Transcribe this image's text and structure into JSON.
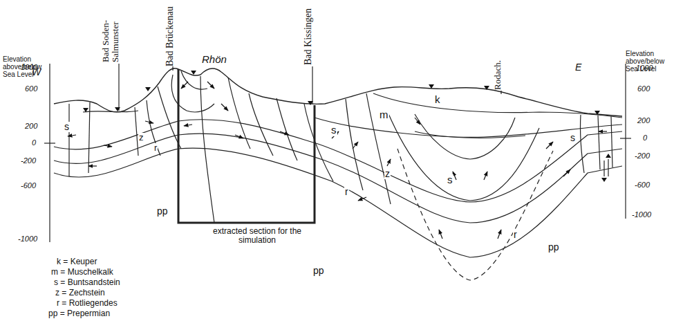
{
  "diagram": {
    "labels": [
      "Elevation above/below Sea Level",
      "W",
      "1000",
      "600",
      "200",
      "0",
      "-200",
      "-600",
      "-1000",
      "Bad Soden- Salmunster",
      "Bad Brückenau",
      "Rhön",
      "Bad Kissingen",
      "Rodach.",
      "Elevation above/below Sea Level",
      "E",
      "1000",
      "600",
      "200",
      "0",
      "-200",
      "-600",
      "-1000",
      "s",
      "z",
      "r",
      "pp",
      "s",
      "m",
      "k",
      "s",
      "z",
      "r",
      "r",
      "pp",
      "s",
      "pp",
      "extracted section for the simulation"
    ],
    "legend": [
      {
        "text": "k = Keuper"
      },
      {
        "text": "m = Muschelkalk"
      },
      {
        "text": "s = Buntsandstein"
      },
      {
        "text": "z = Zechstein"
      },
      {
        "text": "r = Rotliegendes"
      },
      {
        "text": "pp = Prepermian"
      }
    ]
  }
}
